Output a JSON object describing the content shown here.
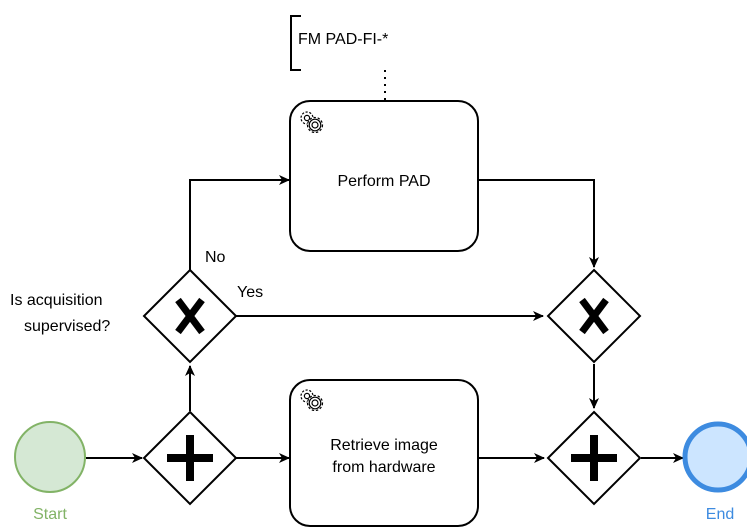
{
  "annotation": {
    "text": "FM PAD-FI-*"
  },
  "tasks": {
    "perform_pad": {
      "label_lines": [
        "Perform PAD"
      ],
      "icon": "gears-icon"
    },
    "retrieve_image": {
      "label_lines": [
        "Retrieve image",
        "from hardware"
      ],
      "icon": "gears-icon"
    }
  },
  "gateways": {
    "decision": {
      "type": "exclusive",
      "label_lines": [
        "Is acquisition",
        "supervised?"
      ]
    },
    "decision_merge": {
      "type": "exclusive"
    },
    "fork": {
      "type": "parallel"
    },
    "join": {
      "type": "parallel"
    }
  },
  "flows": {
    "no_label": "No",
    "yes_label": "Yes"
  },
  "events": {
    "start": {
      "label": "Start",
      "fill": "#d5e8d4",
      "stroke": "#82b366"
    },
    "end": {
      "label": "End",
      "fill": "#cce5ff",
      "stroke": "#3d8be0"
    }
  }
}
